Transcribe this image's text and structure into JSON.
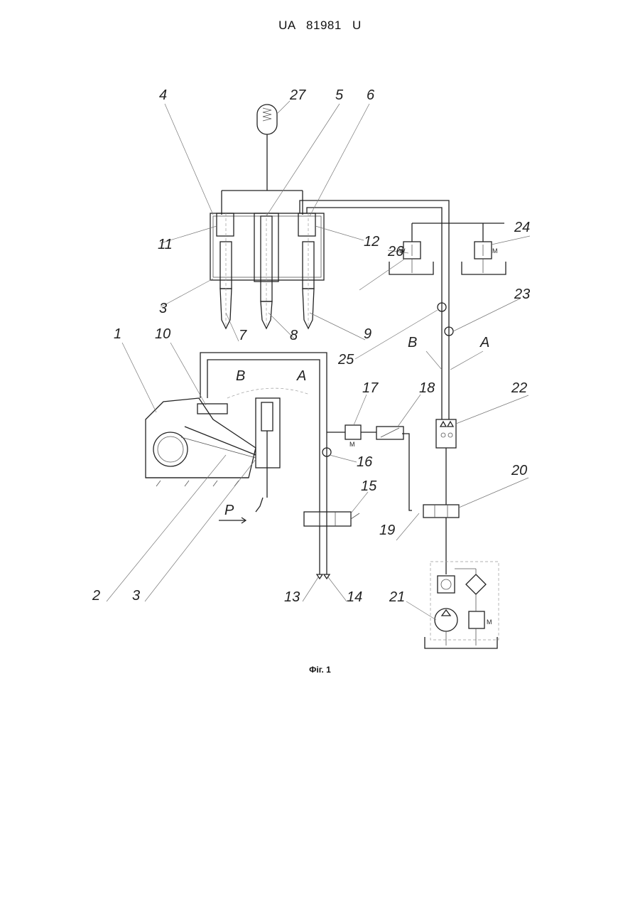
{
  "header": {
    "patent_number": "UA   81981   U"
  },
  "caption": "Фіг. 1",
  "reference_numerals": {
    "n1": "1",
    "n2": "2",
    "n3a": "3",
    "n3b": "3",
    "n4": "4",
    "n5": "5",
    "n6": "6",
    "n7": "7",
    "n8": "8",
    "n9": "9",
    "n10": "10",
    "n11": "11",
    "n12": "12",
    "n13": "13",
    "n14": "14",
    "n15": "15",
    "n16": "16",
    "n17": "17",
    "n18": "18",
    "n19": "19",
    "n20": "20",
    "n21": "21",
    "n22": "22",
    "n23": "23",
    "n24": "24",
    "n25": "25",
    "n26": "26",
    "n27": "27"
  },
  "line_labels": {
    "A_upper": "A",
    "B_upper": "B",
    "A_lower": "A",
    "B_lower": "B"
  },
  "direction_label": "P",
  "valve_marks": {
    "m": "M",
    "w": "W"
  }
}
